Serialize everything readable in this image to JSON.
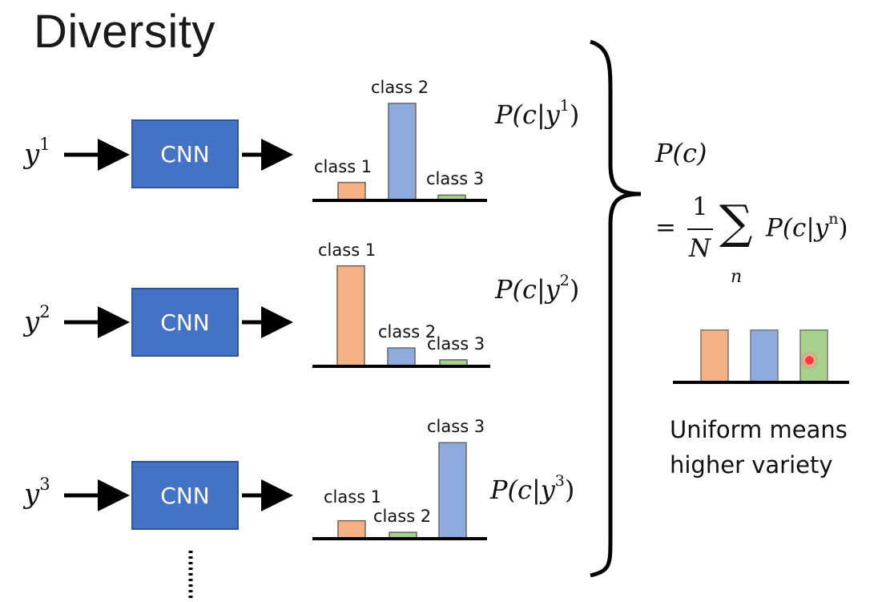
{
  "title": "Diversity",
  "rows": [
    {
      "input": "y",
      "sup": "1",
      "cnn": "CNN",
      "prob": "P(c|y",
      "prob_sup": "1"
    },
    {
      "input": "y",
      "sup": "2",
      "cnn": "CNN",
      "prob": "P(c|y",
      "prob_sup": "2"
    },
    {
      "input": "y",
      "sup": "3",
      "cnn": "CNN",
      "prob": "P(c|y",
      "prob_sup": "3"
    }
  ],
  "close_paren": ")",
  "marginal": {
    "lhs": "P(c)",
    "eq": "=",
    "num": "1",
    "den": "N",
    "sum": "∑",
    "sub": "n",
    "term": "P(c|y",
    "term_sup": "n",
    "term_close": ")"
  },
  "caption_line1": "Uniform means",
  "caption_line2": "higher variety",
  "colors": {
    "class1": "#f4b183",
    "class2": "#8faadc",
    "class3": "#a9d18e",
    "cnn": "#4472c4"
  },
  "chart_data": [
    {
      "type": "bar",
      "categories": [
        "class 1",
        "class 2",
        "class 3"
      ],
      "values": [
        0.17,
        0.92,
        0.05
      ],
      "ylim": [
        0,
        1
      ]
    },
    {
      "type": "bar",
      "categories": [
        "class 1",
        "class 2",
        "class 3"
      ],
      "values": [
        0.93,
        0.17,
        0.06
      ],
      "ylim": [
        0,
        1
      ]
    },
    {
      "type": "bar",
      "categories": [
        "class 1",
        "class 2",
        "class 3"
      ],
      "values": [
        0.17,
        0.06,
        0.91
      ],
      "ylim": [
        0,
        1
      ]
    },
    {
      "type": "bar",
      "categories": [
        "",
        "",
        ""
      ],
      "values": [
        0.5,
        0.5,
        0.5
      ],
      "ylim": [
        0,
        1
      ]
    }
  ]
}
